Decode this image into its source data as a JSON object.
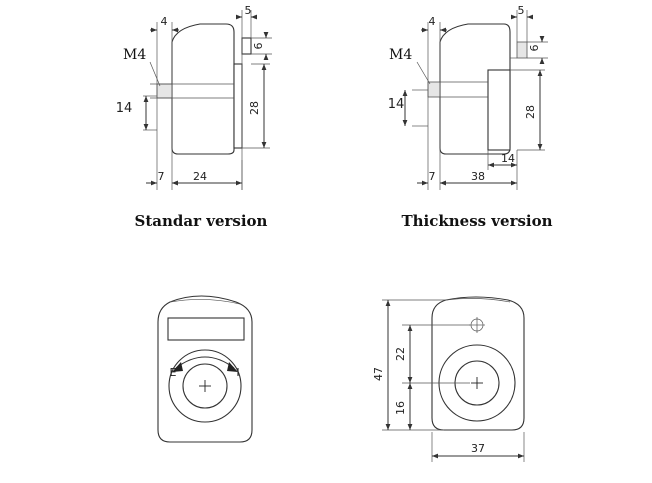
{
  "captions": {
    "standard": "Standar version",
    "thickness": "Thickness version"
  },
  "standard_view": {
    "thread": "M4",
    "dim_4": "4",
    "dim_5": "5",
    "dim_6": "6",
    "dim_14": "14",
    "dim_28": "28",
    "dim_7": "7",
    "dim_24": "24"
  },
  "thickness_view": {
    "thread": "M4",
    "dim_4": "4",
    "dim_5": "5",
    "dim_6": "6",
    "dim_14_left": "14",
    "dim_28": "28",
    "dim_14_bottom": "14",
    "dim_7": "7",
    "dim_38": "38"
  },
  "front_view": {
    "label_e": "E",
    "label_i": "I"
  },
  "front_dimensioned_view": {
    "dim_47": "47",
    "dim_22": "22",
    "dim_16": "16",
    "dim_37": "37"
  }
}
